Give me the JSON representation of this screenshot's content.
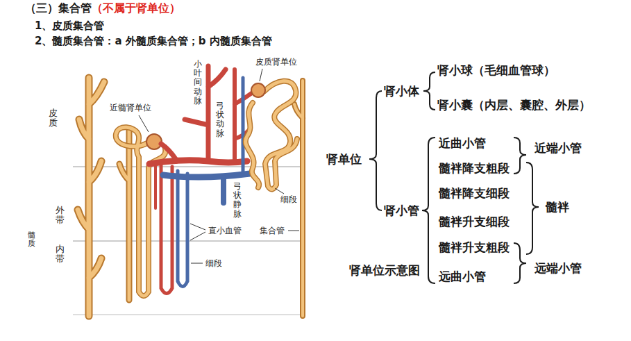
{
  "diagram": {
    "title": "（三）集合管",
    "caption": "肾单位示意图",
    "labels": [
      "（不属于肾单位）",
      "1、皮质集合管",
      "2、髓质集合管：a 外髓质集合管；b 内髓质集合管",
      "皮质",
      "近髓肾单位",
      "小叶间动脉",
      "弓状动脉",
      "皮质肾单位",
      "弓状静脉",
      "细段",
      "外带",
      "髓质",
      "内带",
      "直小血管",
      "集合管",
      "细段",
      "肾单位",
      "肾小体",
      "肾小球（毛细血管球）",
      "肾小囊（内层、囊腔、外层）",
      "肾小管",
      "近曲小管",
      "髓袢降支粗段",
      "髓袢降支细段",
      "髓袢升支细段",
      "髓袢升支粗段",
      "远曲小管",
      "近端小管",
      "髓袢",
      "远端小管"
    ]
  }
}
